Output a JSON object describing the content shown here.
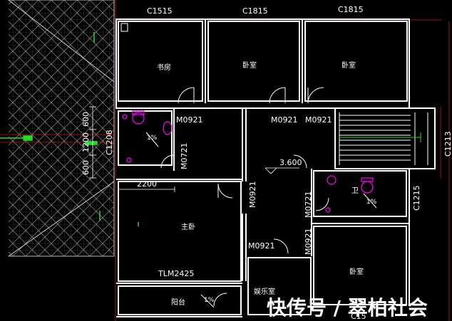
{
  "windows": {
    "c1515": "C1515",
    "c1815_a": "C1815",
    "c1815_b": "C1815",
    "c1208": "C1208",
    "c1213": "C1213",
    "c1215": "C1215",
    "c15_partial": "C15"
  },
  "doors": {
    "m0921_a": "M0921",
    "m0921_b": "M0921",
    "m0921_c": "M0921",
    "m0921_d": "M0921",
    "m0921_e": "M0921",
    "m0921_f": "M0921",
    "m0721_a": "M0721",
    "m0721_b": "M0721",
    "tlm2425": "TLM2425"
  },
  "rooms": {
    "study": "书房",
    "bedroom_a": "卧室",
    "bedroom_b": "卧室",
    "bedroom_c": "卧室",
    "master": "主卧",
    "bath": "卫",
    "balcony": "阳台",
    "lounge": "娱乐室"
  },
  "dims": {
    "d600_top": "600",
    "d1200": "1200",
    "d600_bot": "600",
    "d2200": "2200"
  },
  "level": "3.600",
  "slope_a": "1%",
  "slope_b": "1%",
  "slope_c": "1%",
  "watermark": "快传号 / 翠柏社会",
  "colors": {
    "wall": "#ffffff",
    "axis": "#c8141e",
    "fixture": "#ff00ff",
    "stair": "#ffffff",
    "green": "#22dd22",
    "cyan": "#22cccc"
  }
}
